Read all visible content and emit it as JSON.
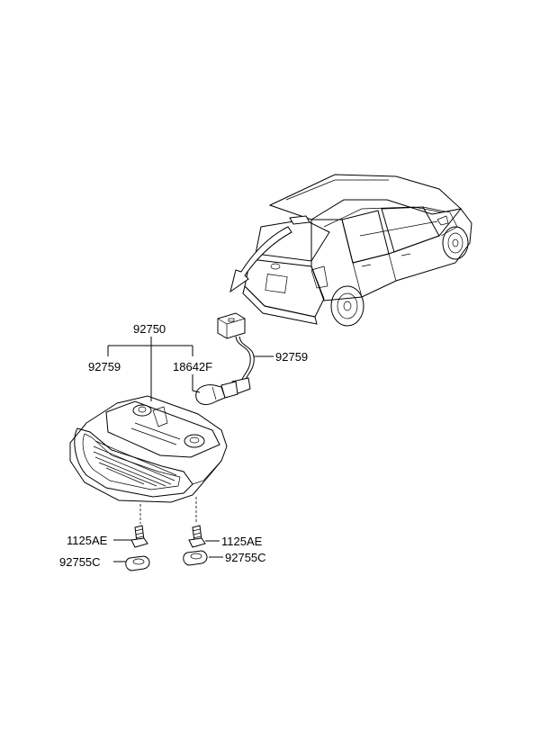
{
  "labels": {
    "assembly": "92750",
    "lens_part": "92759",
    "bulb": "18642F",
    "socket_wire": "92759",
    "screw_left": "1125AE",
    "screw_right": "1125AE",
    "clip_left": "92755C",
    "clip_right": "92755C"
  }
}
